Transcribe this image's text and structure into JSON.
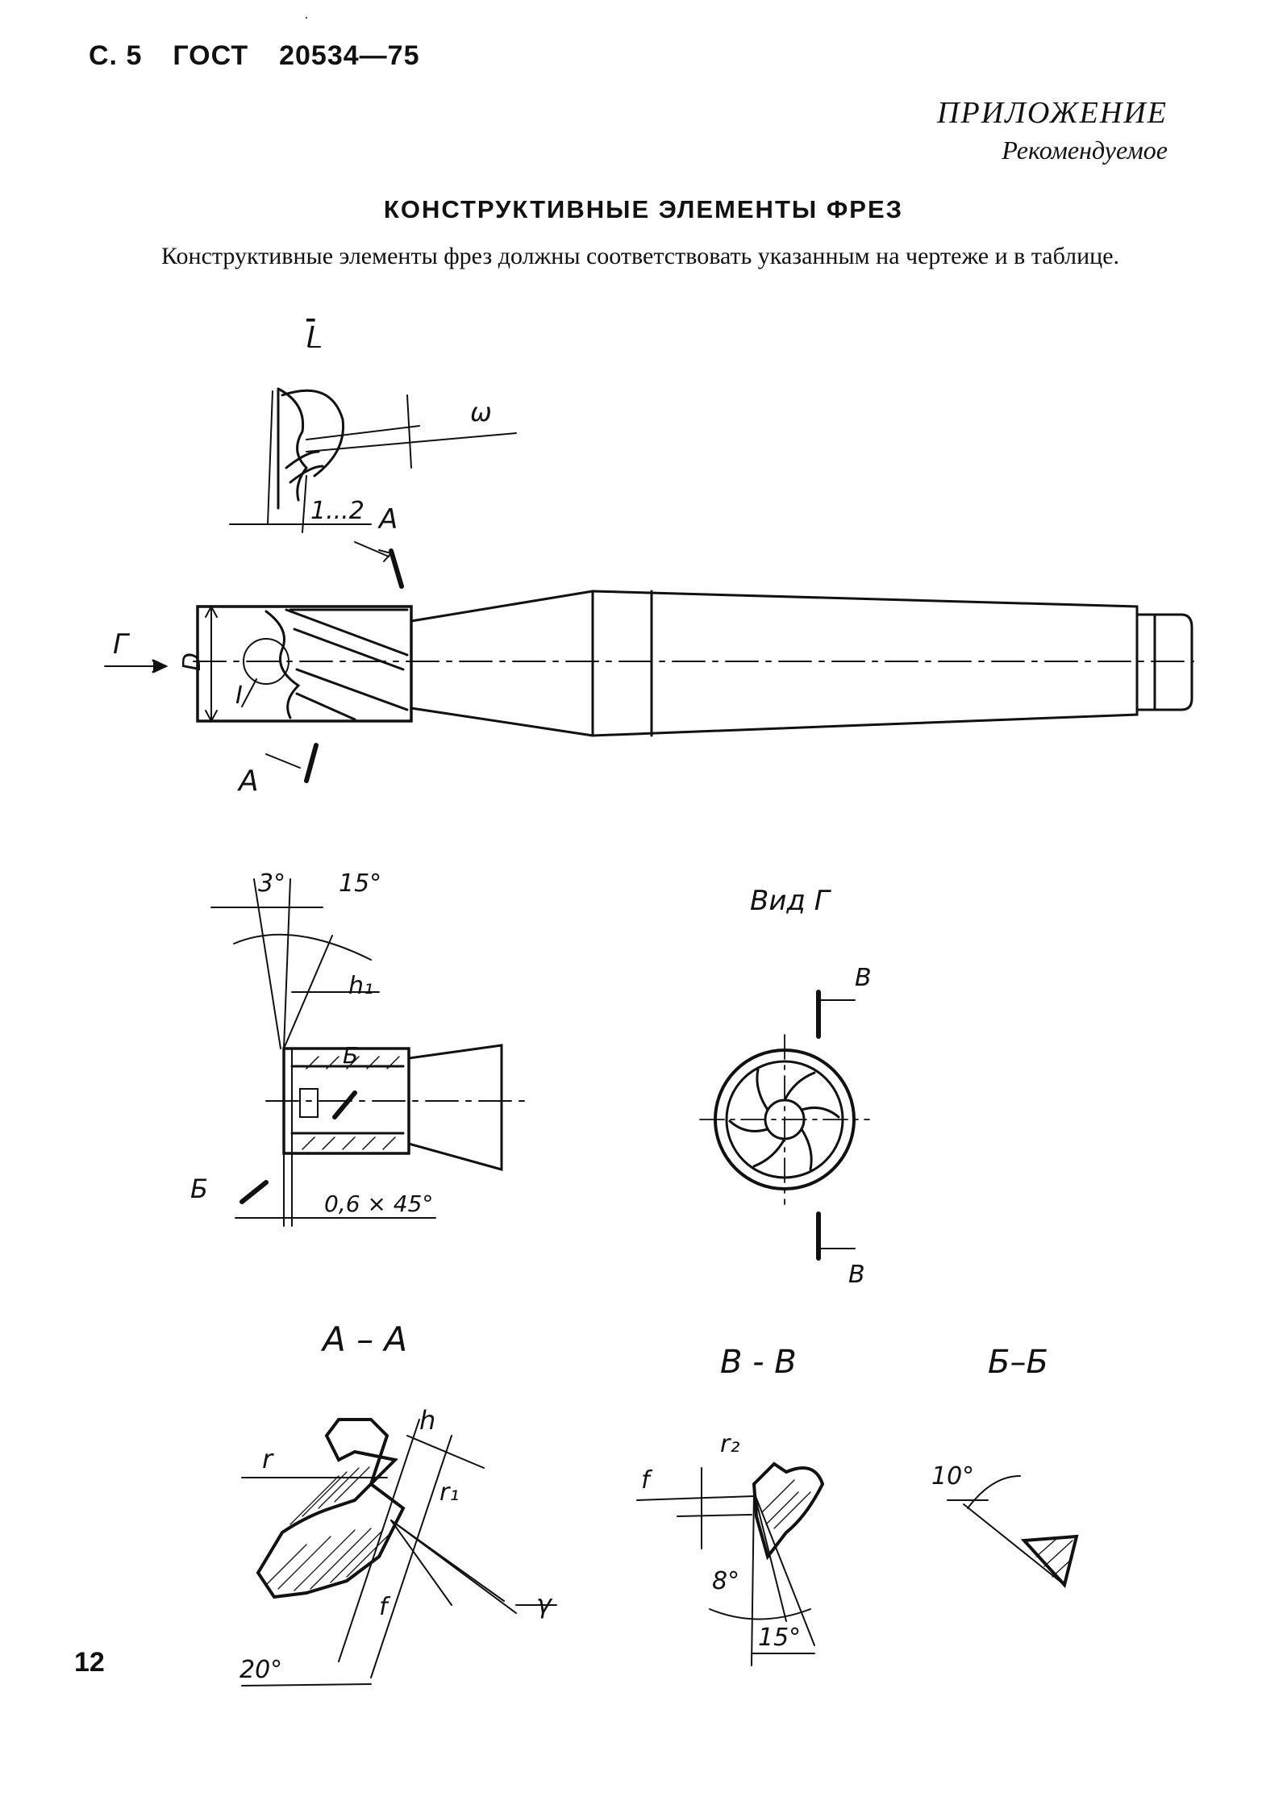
{
  "header": {
    "page": "С. 5",
    "standard": "ГОСТ",
    "number": "20534—75"
  },
  "appendix": {
    "title": "ПРИЛОЖЕНИЕ",
    "subtitle": "Рекомендуемое"
  },
  "section_title": "КОНСТРУКТИВНЫЕ ЭЛЕМЕНТЫ ФРЕЗ",
  "intro_text": "Конструктивные элементы фрез должны соответствовать указанным на чертеже и в таблице.",
  "page_number": "12",
  "drawing": {
    "detail_label": "I",
    "detail_ref": "I",
    "omega": "ω",
    "dim_1_2": "1...2",
    "section_a_top": "А",
    "section_a_bottom": "А",
    "view_g_arrow": "Г",
    "diameter": "D",
    "angle_3": "3°",
    "angle_15_top": "15°",
    "h1": "h₁",
    "b_mark_inner": "Б",
    "b_mark_left": "Б",
    "chamfer": "0,6 × 45°",
    "view_g_title": "Вид Г",
    "v_top": "В",
    "v_bottom": "В",
    "section_aa": "А – А",
    "section_vv": "В - В",
    "section_bb": "Б–Б",
    "r": "r",
    "h": "h",
    "r1": "r₁",
    "f_aa": "f",
    "gamma": "γ",
    "angle_20": "20°",
    "f_vv": "f",
    "r2": "r₂",
    "angle_8": "8°",
    "angle_15_bottom": "15°",
    "angle_10": "10°"
  }
}
